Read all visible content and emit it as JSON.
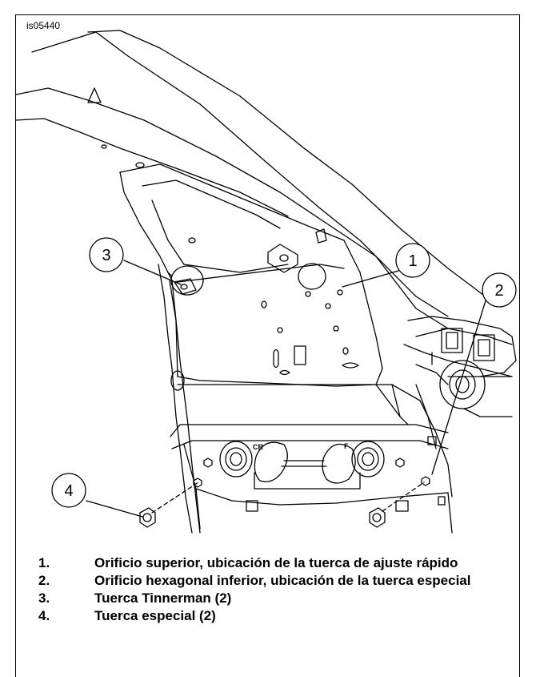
{
  "figure": {
    "id": "is05440"
  },
  "callouts": [
    "1",
    "2",
    "3",
    "4"
  ],
  "legend": [
    {
      "num": "1.",
      "text": "Orificio superior, ubicación de la tuerca de ajuste rápido"
    },
    {
      "num": "2.",
      "text": "Orificio hexagonal inferior, ubicación de la tuerca especial"
    },
    {
      "num": "3.",
      "text": "Tuerca Tinnerman (2)"
    },
    {
      "num": "4.",
      "text": "Tuerca especial (2)"
    }
  ],
  "markings": {
    "cr": "CR",
    "f": "F"
  }
}
